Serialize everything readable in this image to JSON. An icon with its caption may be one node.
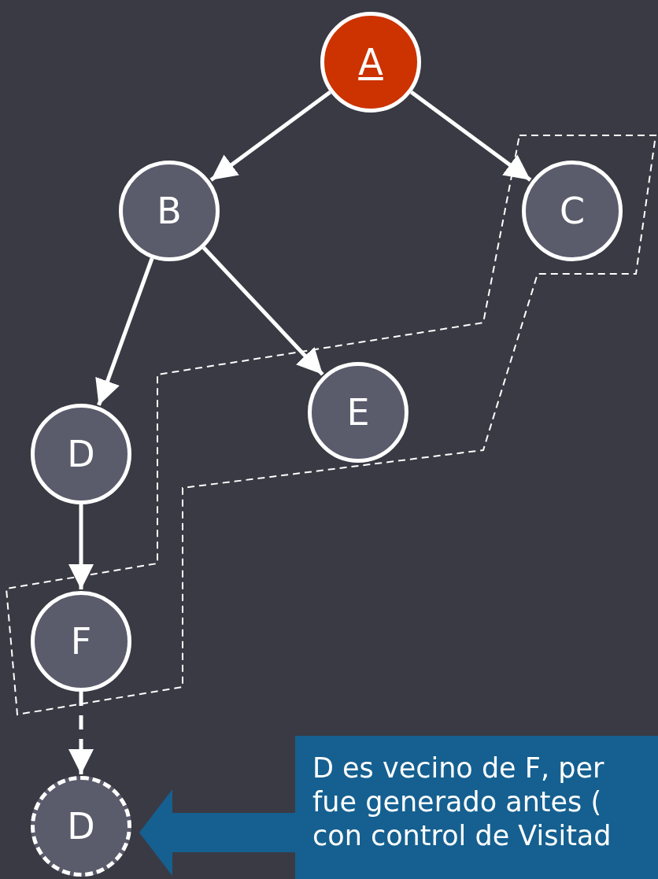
{
  "diagram": {
    "nodes": [
      {
        "text": [
          "A"
        ]
      },
      {
        "text": [
          "B"
        ]
      },
      {
        "text": [
          "C"
        ]
      },
      {
        "text": [
          "D"
        ]
      },
      {
        "text": [
          "E"
        ]
      },
      {
        "text": [
          "F"
        ]
      },
      {
        "text": [
          "D"
        ]
      },
      {
        "text": [
          "D es vecino de F, per fue generado antes ( con control de Visitad"
        ]
      }
    ],
    "edges": [
      {
        "from": 0,
        "to": 1,
        "arrow": "to"
      },
      {
        "from": 0,
        "to": 2,
        "arrow": "to"
      },
      {
        "from": 1,
        "to": 3,
        "arrow": "to"
      },
      {
        "from": 1,
        "to": 4,
        "arrow": "to"
      },
      {
        "from": 3,
        "to": 5,
        "arrow": "to"
      },
      {
        "from": 5,
        "to": 6,
        "arrow": "to",
        "style": "dashed"
      },
      {
        "from": 7,
        "to": 6,
        "arrow": "to",
        "style": "thick",
        "color": "#156090"
      }
    ]
  }
}
